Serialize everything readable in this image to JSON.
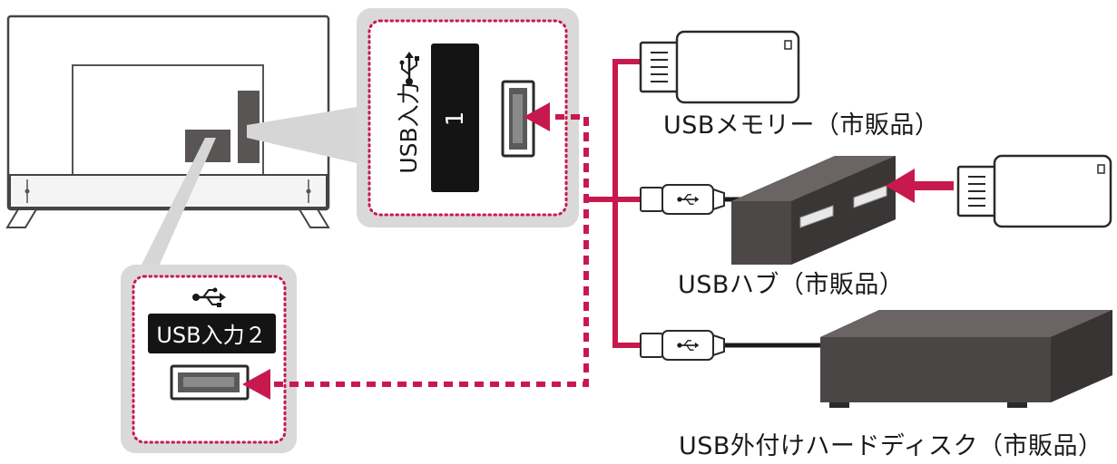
{
  "labels": {
    "usb_memory": "USBメモリー（市販品）",
    "usb_hub": "USBハブ（市販品）",
    "usb_hdd": "USB外付けハードディスク（市販品）"
  },
  "port1": {
    "text": "USB入力",
    "number": "1"
  },
  "port2": {
    "text": "USB入力２"
  },
  "colors": {
    "accent": "#c8194f",
    "panel_gray": "#d9d9d9",
    "device_dark": "#4a4646",
    "label_black": "#1a1a1a"
  },
  "icons": [
    "usb-symbol-icon",
    "arrow-icon"
  ]
}
